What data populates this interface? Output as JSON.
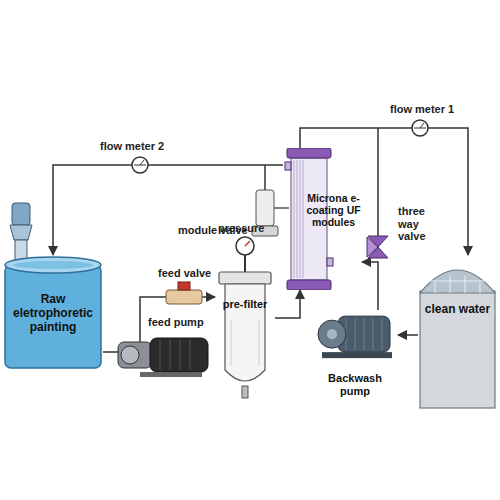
{
  "diagram": {
    "nodes": [
      {
        "text": [
          "Raw eletrophoretic painting"
        ]
      },
      {
        "text": [
          "pre-filter"
        ]
      },
      {
        "text": [
          "Microna e-coating UF modules"
        ]
      },
      {
        "text": [
          "clean water"
        ]
      },
      {
        "text": [
          "Backwash pump"
        ]
      }
    ],
    "edges": [
      {
        "from": 0,
        "to": 1,
        "arrow": "to"
      },
      {
        "from": 1,
        "to": 2,
        "arrow": "to"
      },
      {
        "from": 2,
        "to": 0,
        "arrow": "to"
      },
      {
        "from": 2,
        "to": 3,
        "arrow": "to"
      },
      {
        "from": 3,
        "to": 4,
        "arrow": "to"
      },
      {
        "from": 4,
        "to": 2,
        "arrow": "to"
      }
    ],
    "labels": [
      "flow meter 2",
      "flow meter 1",
      "module valve",
      "three way valve",
      "pressure",
      "feed valve",
      "feed pump"
    ]
  }
}
